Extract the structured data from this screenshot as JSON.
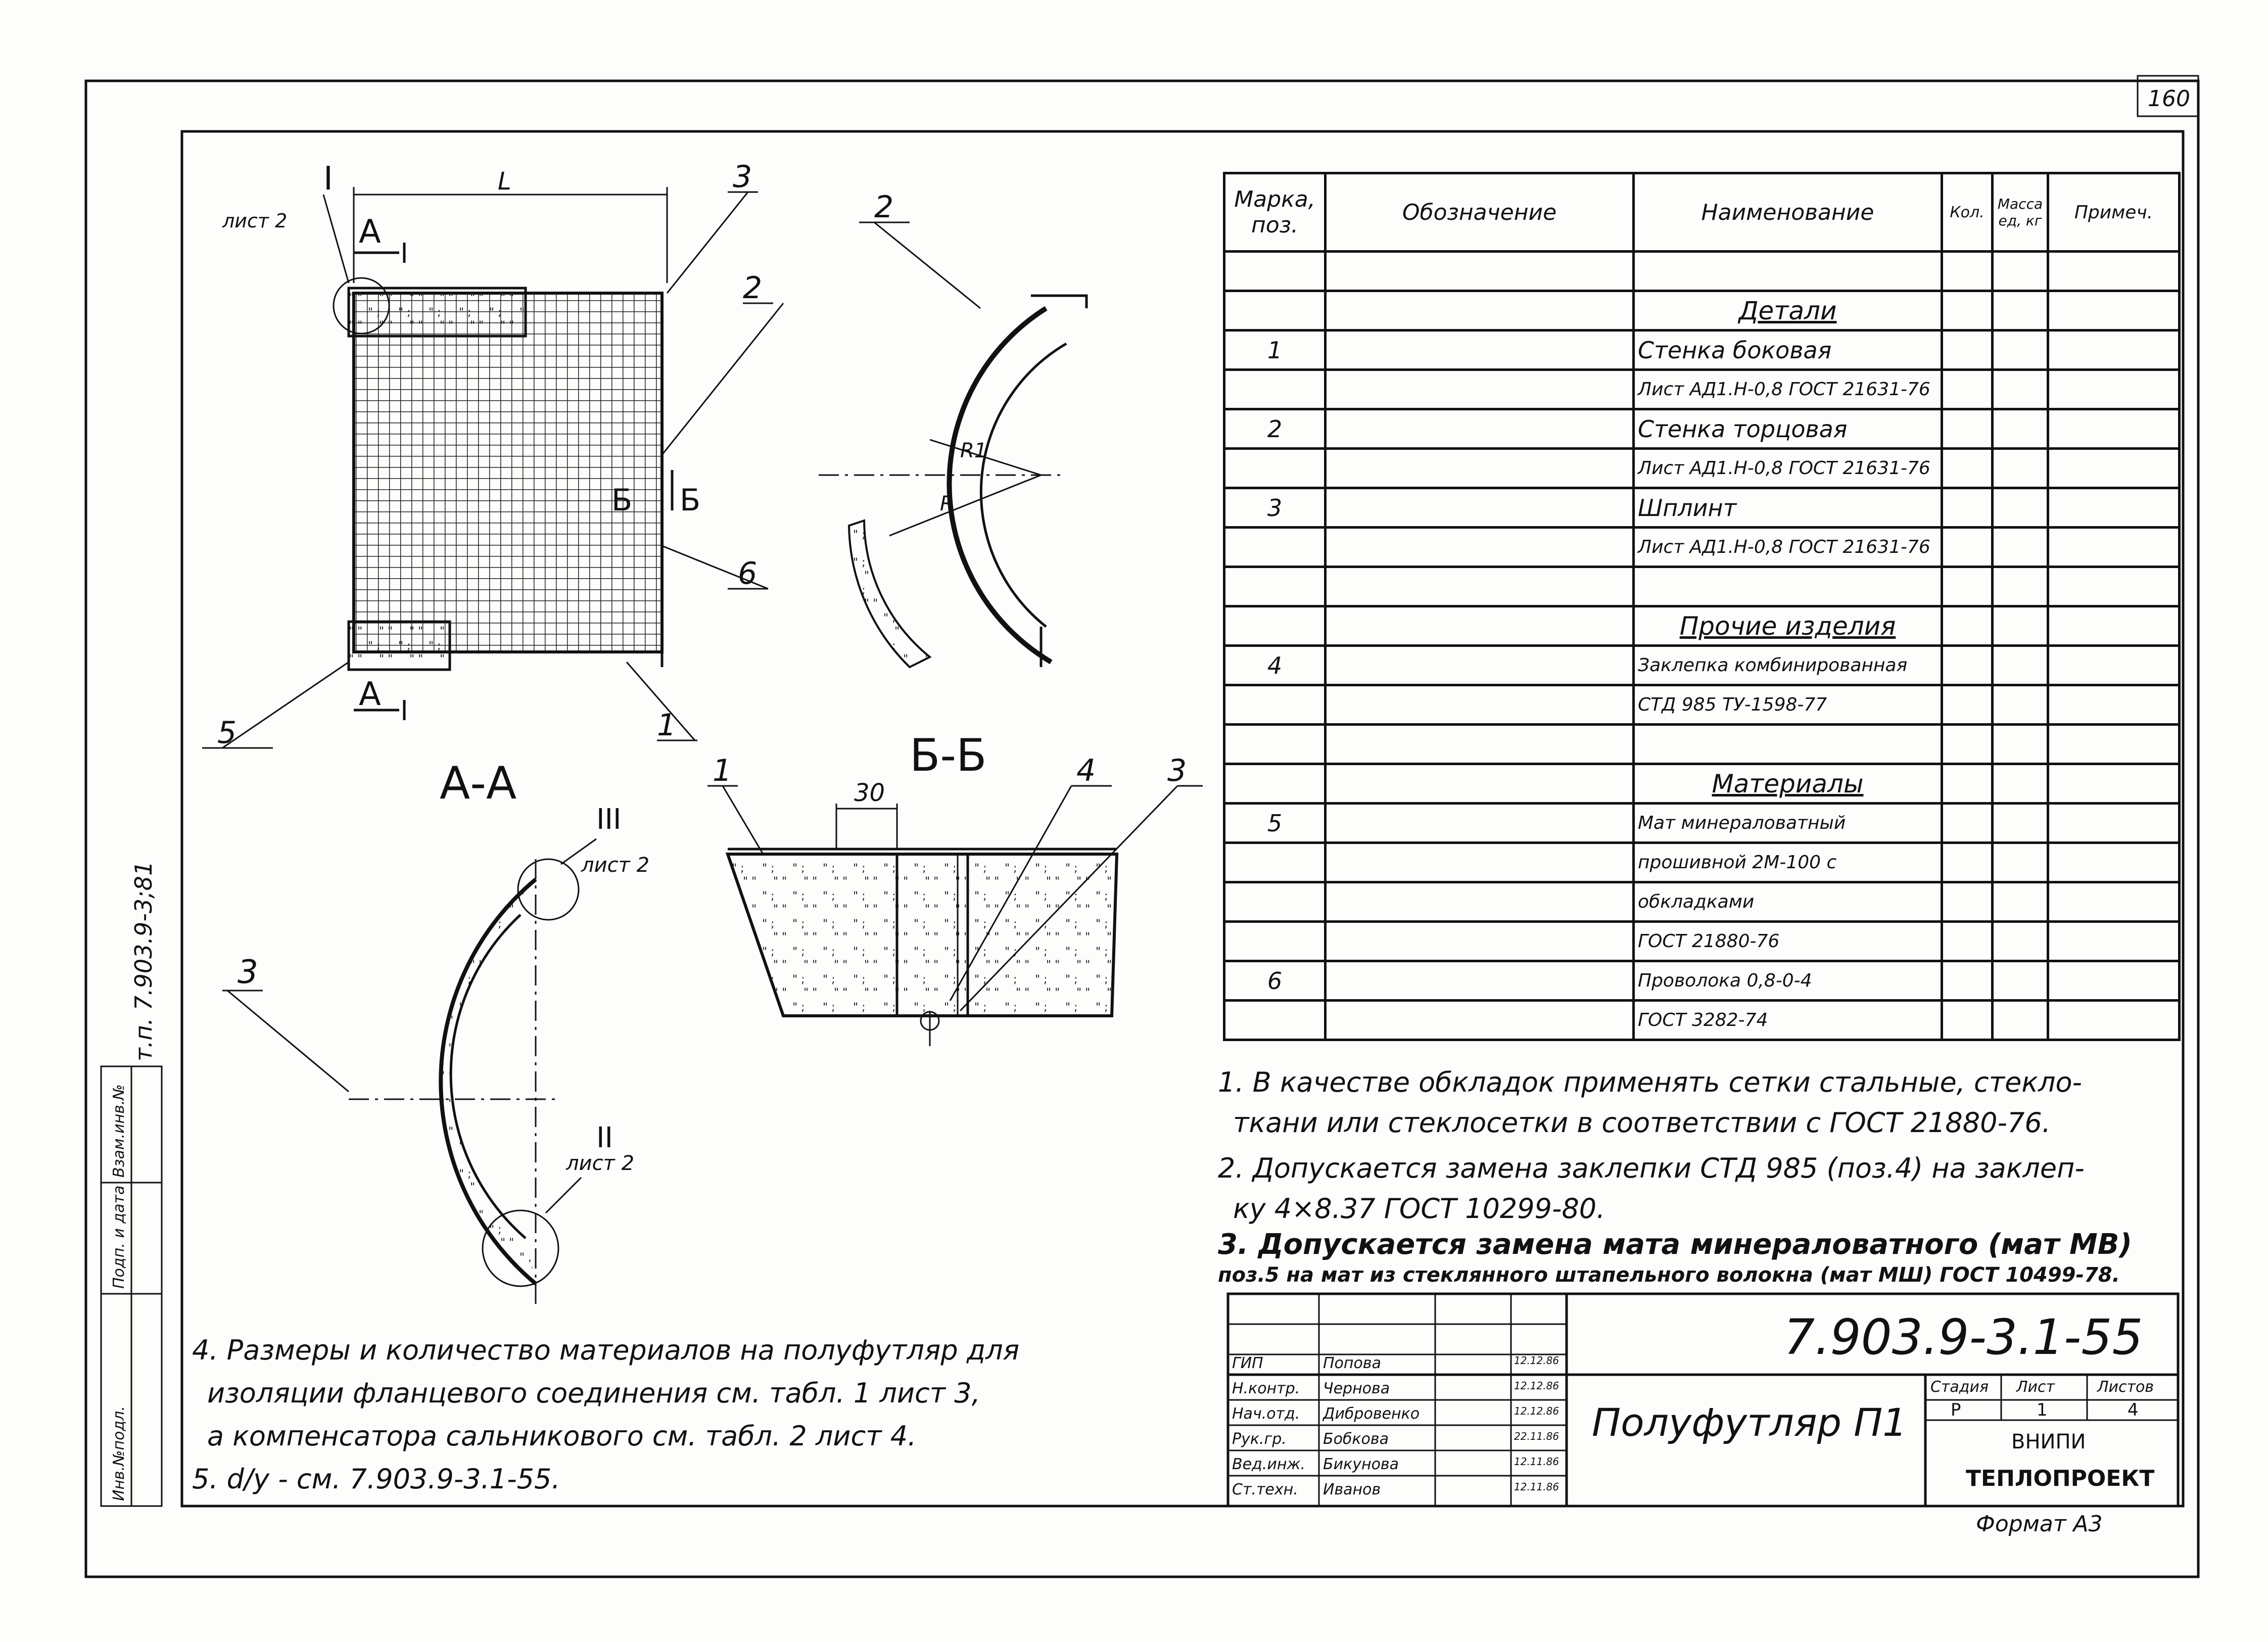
{
  "sheet_number": "160",
  "document_code": "7.903.9-3.1-55",
  "side_code": "т.п. 7.903.9-3;81",
  "side_stamp_labels": [
    "Инв.№подл.",
    "Подп. и дата",
    "Взам.инв.№"
  ],
  "views": {
    "section_aa_title": "А-А",
    "section_bb_title": "Б-Б",
    "label_L": "L",
    "marker_A_top": "А",
    "marker_A_bottom": "А",
    "marker_B_left": "Б",
    "marker_B_right": "Б",
    "callout_I": "I",
    "callout_I_sheet": "лист 2",
    "callout_II": "II",
    "callout_II_sheet": "лист 2",
    "callout_III": "III",
    "callout_III_sheet": "лист 2",
    "label_R1": "R1",
    "label_R": "R",
    "dim_30": "30",
    "positions_main": [
      "1",
      "2",
      "3",
      "5",
      "6"
    ],
    "position_top_arc": "2",
    "position_bottom_arc": "3",
    "positions_bb": [
      "1",
      "4",
      "3"
    ]
  },
  "spec_table": {
    "headers": [
      "Марка, поз.",
      "Обозначение",
      "Наименование",
      "Кол.",
      "Масса ед, кг",
      "Примеч."
    ],
    "rows": [
      {
        "pos": "",
        "name": "",
        "kind": "blank"
      },
      {
        "pos": "",
        "name": "Детали",
        "kind": "section"
      },
      {
        "pos": "1",
        "name": "Стенка боковая",
        "kind": "big"
      },
      {
        "pos": "",
        "name": "Лист АД1.Н-0,8 ГОСТ 21631-76",
        "kind": "small"
      },
      {
        "pos": "2",
        "name": "Стенка торцовая",
        "kind": "big"
      },
      {
        "pos": "",
        "name": "Лист АД1.Н-0,8 ГОСТ 21631-76",
        "kind": "small"
      },
      {
        "pos": "3",
        "name": "Шплинт",
        "kind": "big"
      },
      {
        "pos": "",
        "name": "Лист АД1.Н-0,8 ГОСТ 21631-76",
        "kind": "small"
      },
      {
        "pos": "",
        "name": "",
        "kind": "blank"
      },
      {
        "pos": "",
        "name": "Прочие изделия",
        "kind": "section"
      },
      {
        "pos": "4",
        "name": "Заклепка комбинированная",
        "kind": "small"
      },
      {
        "pos": "",
        "name": "СТД 985 ТУ-1598-77",
        "kind": "small"
      },
      {
        "pos": "",
        "name": "",
        "kind": "blank"
      },
      {
        "pos": "",
        "name": "Материалы",
        "kind": "section"
      },
      {
        "pos": "5",
        "name": "Мат минераловатный",
        "kind": "small"
      },
      {
        "pos": "",
        "name": "прошивной 2М-100 с",
        "kind": "small"
      },
      {
        "pos": "",
        "name": "обкладками",
        "kind": "small"
      },
      {
        "pos": "",
        "name": "ГОСТ 21880-76",
        "kind": "small"
      },
      {
        "pos": "6",
        "name": "Проволока 0,8-0-4",
        "kind": "small"
      },
      {
        "pos": "",
        "name": "ГОСТ 3282-74",
        "kind": "small"
      }
    ]
  },
  "notes_right": [
    "1. В качестве обкладок применять сетки стальные, стекло-",
    "ткани или стеклосетки в соответствии с ГОСТ 21880-76.",
    "2. Допускается замена заклепки СТД 985 (поз.4) на заклеп-",
    "ку 4×8.37 ГОСТ 10299-80.",
    "3. Допускается замена мата минераловатного (мат МВ)",
    "поз.5 на мат из стеклянного штапельного волокна (мат МШ) ГОСТ 10499-78."
  ],
  "notes_left": [
    "4. Размеры и количество материалов на полуфутляр для",
    "изоляции фланцевого соединения см. табл. 1 лист 3,",
    "а компенсатора сальникового см. табл. 2 лист 4.",
    "5. d/у - см. 7.903.9-3.1-55."
  ],
  "title_block": {
    "roles": [
      "ГИП",
      "Н.контр.",
      "Нач.отд.",
      "Рук.гр.",
      "Вед.инж.",
      "Ст.техн."
    ],
    "names": [
      "Попова",
      "Чернова",
      "Дибровенко",
      "Бобкова",
      "Бикунова",
      "Иванов"
    ],
    "dates": [
      "12.12.86",
      "12.12.86",
      "12.12.86",
      "22.11.86",
      "12.11.86",
      "12.11.86"
    ],
    "product_title": "Полуфутляр П1",
    "stage_header": "Стадия",
    "sheet_header": "Лист",
    "sheets_header": "Листов",
    "stage": "Р",
    "sheet": "1",
    "sheets": "4",
    "organization_line1": "ВНИПИ",
    "organization_line2": "ТЕПЛОПРОЕКТ",
    "format": "Формат А3"
  }
}
